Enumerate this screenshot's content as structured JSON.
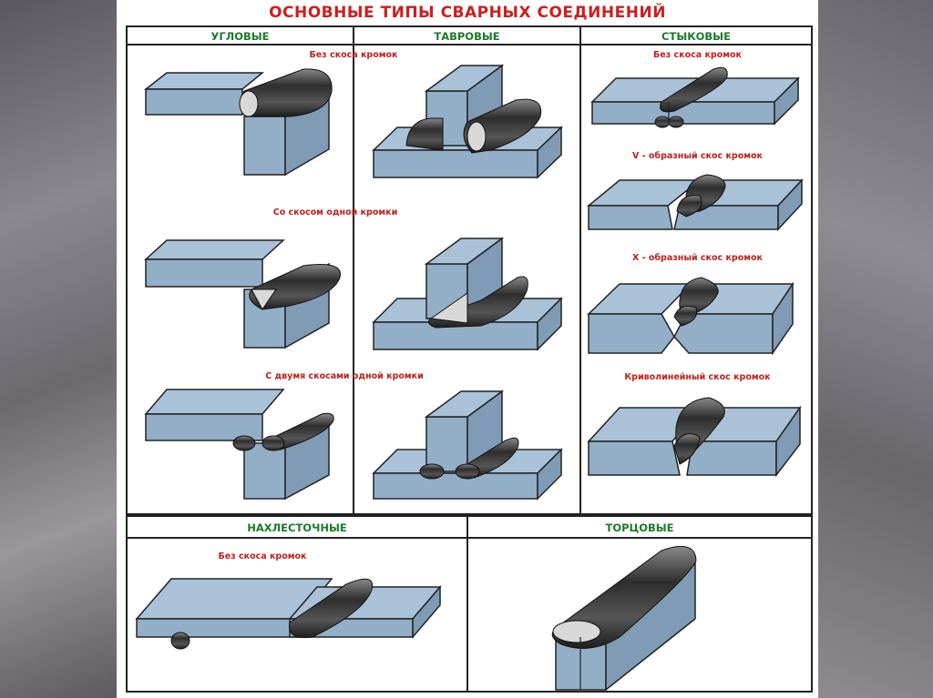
{
  "title": "ОСНОВНЫЕ ТИПЫ СВАРНЫХ СОЕДИНЕНИЙ",
  "columns": {
    "corner": "УГЛОВЫЕ",
    "tee": "ТАВРОВЫЕ",
    "butt": "СТЫКОВЫЕ",
    "lap": "НАХЛЕСТОЧНЫЕ",
    "edge": "ТОРЦОВЫЕ"
  },
  "captions": {
    "no_bevel": "Без скоса кромок",
    "single_bevel": "Со скосом одной кромки",
    "double_bevel": "С двумя скосами одной кромки",
    "v_bevel": "V - образный скос кромок",
    "x_bevel": "X - образный скос кромок",
    "curved_bevel": "Криволинейный скос кромок",
    "butt_no_bevel": "Без скоса кромок",
    "lap_no_bevel": "Без скоса кромок"
  },
  "colors": {
    "title": "#cc1f1f",
    "header": "#1c7a2b",
    "caption": "#c0201d",
    "plate": "#9fb8d0",
    "plate_side": "#86a1bb",
    "weld": "#3a3a3a"
  }
}
